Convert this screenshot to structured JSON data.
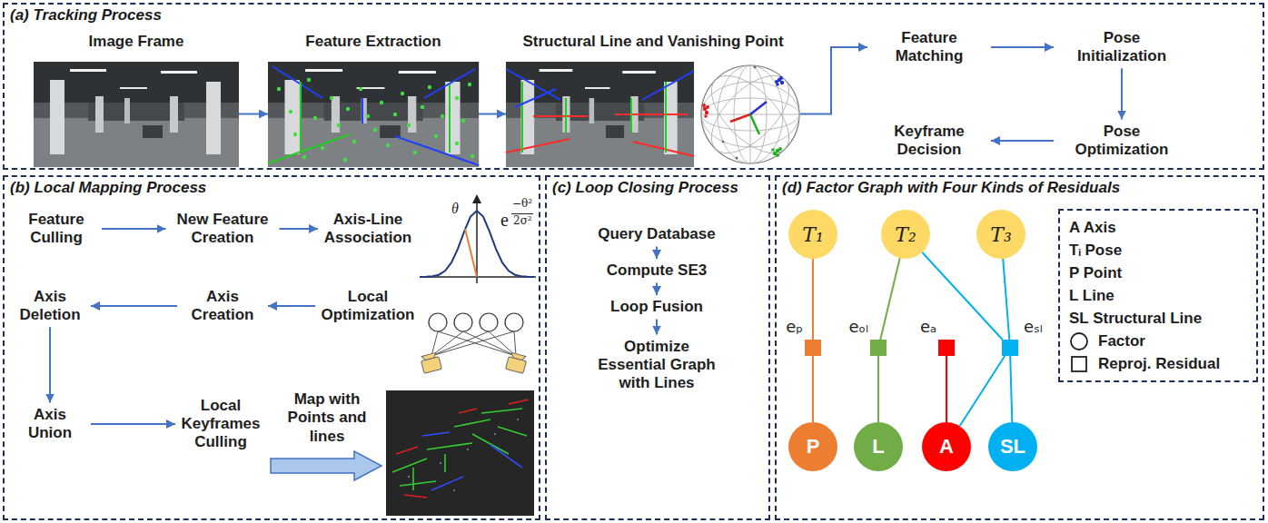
{
  "diagram": {
    "nodes": [
      {
        "text": [
          "(a) Tracking Process"
        ]
      },
      {
        "text": [
          "Image Frame"
        ],
        "in": 0
      },
      {
        "text": [
          "Feature Extraction"
        ],
        "in": 0
      },
      {
        "text": [
          "Structural Line and Vanishing Point"
        ],
        "in": 0
      },
      {
        "text": [
          "Feature Matching"
        ],
        "in": 0
      },
      {
        "text": [
          "Pose Initialization"
        ],
        "in": 0
      },
      {
        "text": [
          "Pose Optimization"
        ],
        "in": 0
      },
      {
        "text": [
          "Keyframe Decision"
        ],
        "in": 0
      },
      {
        "text": [
          "(b) Local Mapping Process"
        ]
      },
      {
        "text": [
          "Feature Culling"
        ],
        "in": 8
      },
      {
        "text": [
          "New Feature Creation"
        ],
        "in": 8
      },
      {
        "text": [
          "Axis-Line Association"
        ],
        "in": 8
      },
      {
        "text": [
          "Axis Deletion"
        ],
        "in": 8
      },
      {
        "text": [
          "Axis Creation"
        ],
        "in": 8
      },
      {
        "text": [
          "Local Optimization"
        ],
        "in": 8
      },
      {
        "text": [
          "Axis Union"
        ],
        "in": 8
      },
      {
        "text": [
          "Local Keyframes Culling"
        ],
        "in": 8
      },
      {
        "text": [
          "Map with Points and lines"
        ],
        "in": 8
      },
      {
        "text": [
          "(c) Loop Closing Process"
        ]
      },
      {
        "text": [
          "Query Database"
        ],
        "in": 18
      },
      {
        "text": [
          "Compute SE3"
        ],
        "in": 18
      },
      {
        "text": [
          "Loop Fusion"
        ],
        "in": 18
      },
      {
        "text": [
          "Optimize Essential Graph with Lines"
        ],
        "in": 18
      },
      {
        "text": [
          "(d) Factor Graph with Four Kinds of Residuals"
        ]
      },
      {
        "text": [
          "T₁"
        ],
        "in": 23
      },
      {
        "text": [
          "T₂"
        ],
        "in": 23
      },
      {
        "text": [
          "T₃"
        ],
        "in": 23
      },
      {
        "text": [
          "eₚ"
        ],
        "in": 23
      },
      {
        "text": [
          "eₒₗ"
        ],
        "in": 23
      },
      {
        "text": [
          "eₐ"
        ],
        "in": 23
      },
      {
        "text": [
          "eₛₗ"
        ],
        "in": 23
      },
      {
        "text": [
          "P"
        ],
        "in": 23
      },
      {
        "text": [
          "L"
        ],
        "in": 23
      },
      {
        "text": [
          "A"
        ],
        "in": 23
      },
      {
        "text": [
          "SL"
        ],
        "in": 23
      }
    ],
    "edges": [
      {
        "from": 1,
        "to": 2,
        "arrow": "to"
      },
      {
        "from": 2,
        "to": 3,
        "arrow": "to"
      },
      {
        "from": 3,
        "to": 4,
        "arrow": "to"
      },
      {
        "from": 4,
        "to": 5,
        "arrow": "to"
      },
      {
        "from": 5,
        "to": 6,
        "arrow": "to"
      },
      {
        "from": 6,
        "to": 7,
        "arrow": "to"
      },
      {
        "from": 9,
        "to": 10,
        "arrow": "to"
      },
      {
        "from": 10,
        "to": 11,
        "arrow": "to"
      },
      {
        "from": 14,
        "to": 13,
        "arrow": "to"
      },
      {
        "from": 13,
        "to": 12,
        "arrow": "to"
      },
      {
        "from": 12,
        "to": 15,
        "arrow": "to"
      },
      {
        "from": 15,
        "to": 16,
        "arrow": "to"
      },
      {
        "from": 19,
        "to": 20,
        "arrow": "to"
      },
      {
        "from": 20,
        "to": 21,
        "arrow": "to"
      },
      {
        "from": 21,
        "to": 22,
        "arrow": "to"
      },
      {
        "from": 24,
        "to": 27,
        "arrow": "none"
      },
      {
        "from": 27,
        "to": 31,
        "arrow": "none"
      },
      {
        "from": 25,
        "to": 28,
        "arrow": "none"
      },
      {
        "from": 28,
        "to": 32,
        "arrow": "none"
      },
      {
        "from": 29,
        "to": 33,
        "arrow": "none"
      },
      {
        "from": 25,
        "to": 30,
        "arrow": "none"
      },
      {
        "from": 26,
        "to": 30,
        "arrow": "none"
      },
      {
        "from": 30,
        "to": 33,
        "arrow": "none"
      },
      {
        "from": 30,
        "to": 34,
        "arrow": "none"
      }
    ],
    "labels": [
      "θ",
      "e",
      "−θ²",
      "2σ²"
    ],
    "legend": [
      {
        "text": "A Axis"
      },
      {
        "text": "Tᵢ Pose"
      },
      {
        "text": "P Point"
      },
      {
        "text": "L Line"
      },
      {
        "text": "SL Structural Line"
      },
      {
        "text": "Factor"
      },
      {
        "text": "Reproj. Residual"
      }
    ]
  }
}
